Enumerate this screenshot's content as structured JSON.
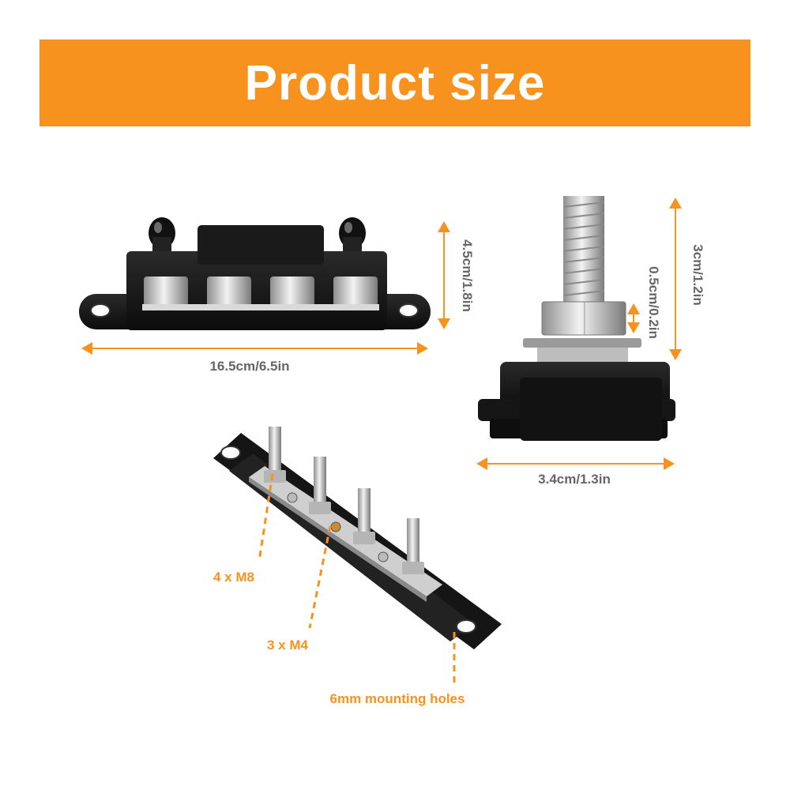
{
  "header": {
    "title": "Product size"
  },
  "dimensions": {
    "length": "16.5cm/6.5in",
    "height": "4.5cm/1.8in",
    "stud_height": "3cm/1.2in",
    "nut_height": "0.5cm/0.2in",
    "width": "3.4cm/1.3in"
  },
  "callouts": {
    "m8": "4 x M8",
    "m4": "3 x M4",
    "holes": "6mm mounting holes"
  },
  "colors": {
    "accent": "#F7921E",
    "label_gray": "#666666",
    "body_black": "#141414",
    "metal": "#C8C8C8"
  }
}
